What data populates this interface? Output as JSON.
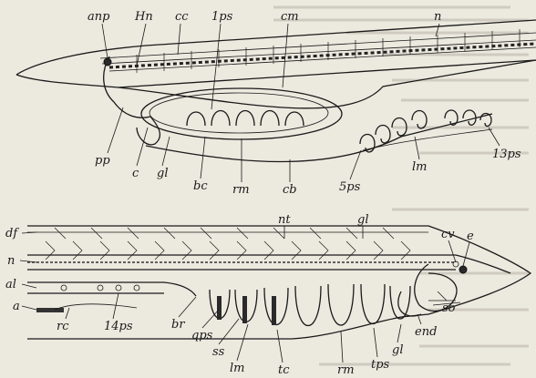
{
  "upper_specimen": {
    "labels": {
      "anp": "anp",
      "Hn": "Hn",
      "cc": "cc",
      "ps1": "1ps",
      "cm": "cm",
      "n": "n",
      "pp": "pp",
      "c": "c",
      "gl": "gl",
      "bc": "bc",
      "rm": "rm",
      "cb": "cb",
      "ps5": "5ps",
      "lm": "lm",
      "ps13": "13ps"
    }
  },
  "lower_specimen": {
    "labels": {
      "nt": "nt",
      "gl_top": "gl",
      "df": "df",
      "cv": "cv",
      "e": "e",
      "n": "n",
      "al": "al",
      "a": "a",
      "rc": "rc",
      "ps14": "14ps",
      "br": "br",
      "qps": "qps",
      "ss": "ss",
      "lm": "lm",
      "tc": "tc",
      "rm": "rm",
      "tps": "tps",
      "gl_bottom": "gl",
      "end": "end",
      "so": "so"
    }
  },
  "colors": {
    "paper": "#ece9df",
    "ink": "#1a1a1a"
  }
}
